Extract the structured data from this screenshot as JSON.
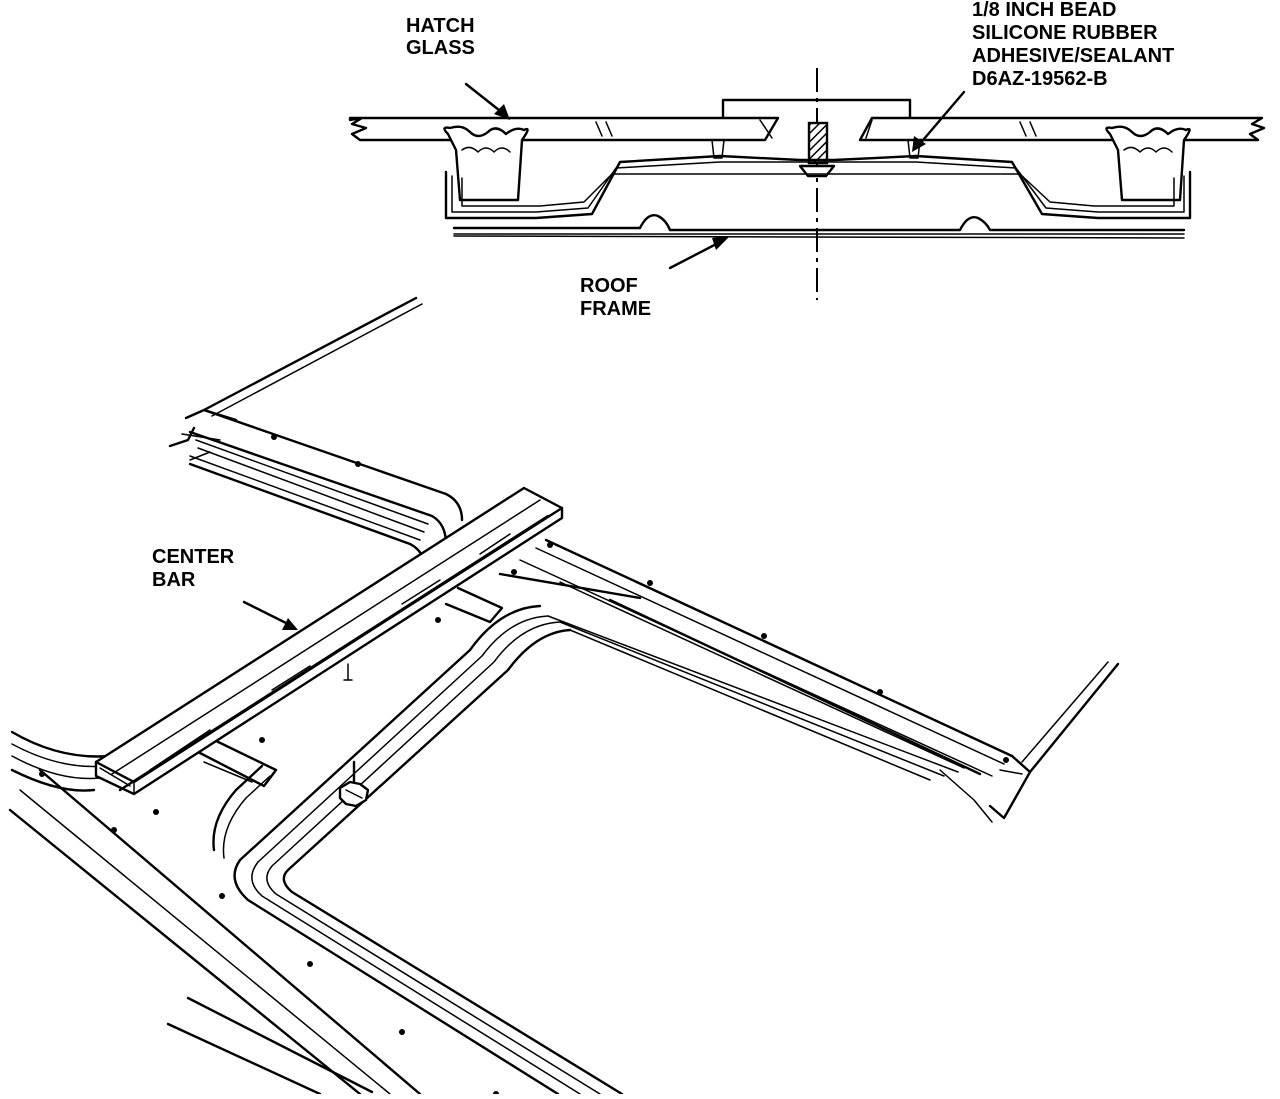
{
  "labels": {
    "hatch_glass": [
      "HATCH",
      "GLASS"
    ],
    "sealant": [
      "1/8 INCH BEAD",
      "SILICONE RUBBER",
      "ADHESIVE/SEALANT",
      "D6AZ-19562-B"
    ],
    "roof_frame": [
      "ROOF",
      "FRAME"
    ],
    "center_bar": [
      "CENTER",
      "BAR"
    ]
  }
}
